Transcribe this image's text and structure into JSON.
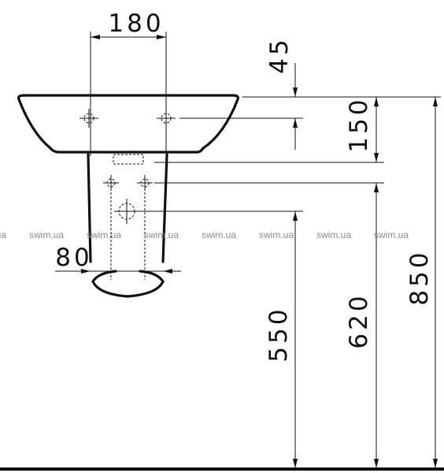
{
  "dimensions": {
    "tap_spacing": "180",
    "top_offset": "45",
    "tap_to_rim": "150",
    "pedestal_width": "80",
    "waste_height": "550",
    "supply_height": "620",
    "rim_height": "850"
  },
  "watermark": {
    "text": "swim.ua",
    "count": 8
  },
  "colors": {
    "line": "#111111",
    "watermark": "#8a8a8a",
    "background": "#ffffff"
  }
}
